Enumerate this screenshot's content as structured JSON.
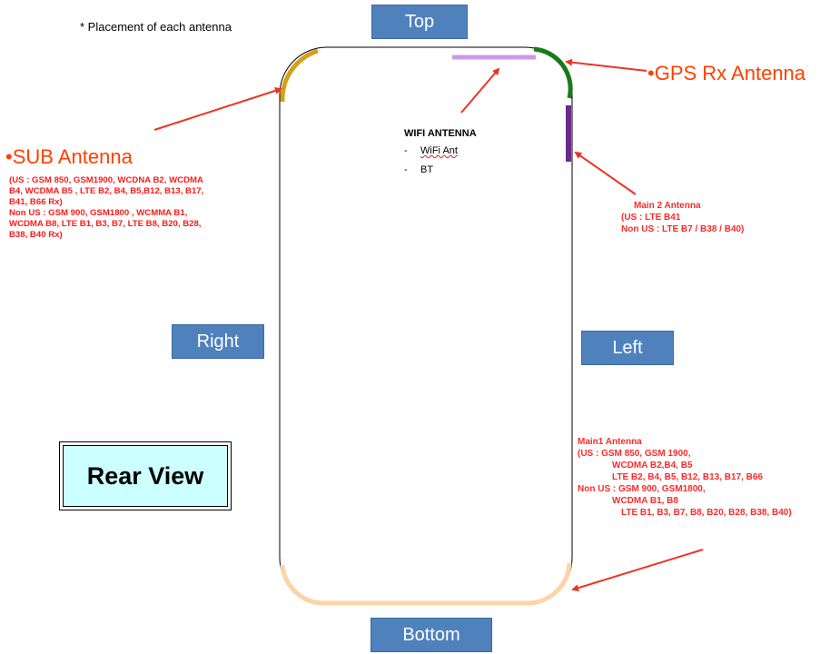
{
  "note": "* Placement of each antenna",
  "labels": {
    "top": "Top",
    "right": "Right",
    "left": "Left",
    "bottom": "Bottom",
    "rear_view": "Rear View"
  },
  "gps": {
    "title": "•GPS Rx Antenna"
  },
  "sub": {
    "title": "•SUB Antenna",
    "lines": [
      "(US : GSM 850, GSM1900, WCDNA B2, WCDMA",
      "B4, WCDMA B5 , LTE B2, B4, B5,B12, B13, B17,",
      "B41, B66  Rx)",
      "Non US : GSM 900, GSM1800 , WCMMA B1,",
      "WCDMA B8,  LTE B1, B3, B7, LTE B8, B20, B28,",
      "B38, B40 Rx)"
    ]
  },
  "wifi": {
    "title": "WIFI ANTENNA",
    "items": [
      "WiFi Ant",
      "BT"
    ],
    "bullet": "-"
  },
  "main2": {
    "title": "Main 2 Antenna",
    "lines": [
      "(US : LTE B41",
      "Non US : LTE B7 / B38 / B40)"
    ]
  },
  "main1": {
    "title": "Main1 Antenna",
    "l1": "(US : GSM 850, GSM 1900,",
    "l2": "WCDMA B2,B4, B5",
    "l3": "LTE B2, B4, B5, B12, B13, B17, B66",
    "l4": "Non US : GSM 900, GSM1800,",
    "l5": "WCDMA B1, B8",
    "l6": "LTE B1, B3, B7, B8, B20, B28, B38, B40)"
  },
  "colors": {
    "sub_antenna": "#d4a017",
    "wifi_antenna": "#cc99ee",
    "gps_antenna": "#1a7a1a",
    "main2_antenna": "#6a2a8a",
    "main1_antenna": "#fbd5a8",
    "arrow": "#ee3322",
    "label_box": "#4f81bd"
  }
}
